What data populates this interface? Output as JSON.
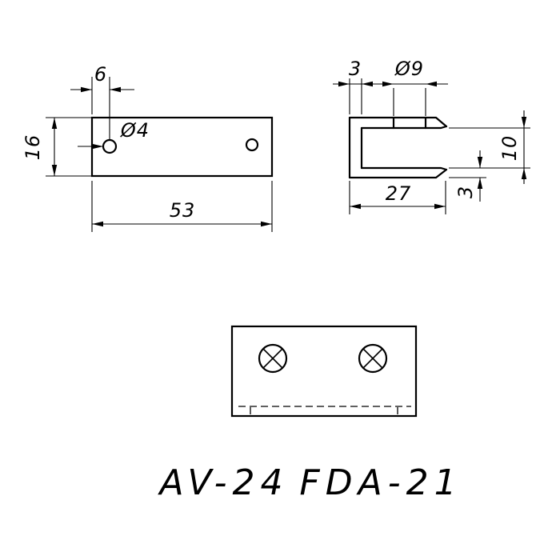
{
  "drawing": {
    "front_view": {
      "dim_hole_offset": "6",
      "dim_hole_dia": "Ø4",
      "dim_height": "16",
      "dim_length": "53"
    },
    "side_view": {
      "dim_wall": "3",
      "dim_hole_dia": "Ø9",
      "dim_opening": "10",
      "dim_lip": "3",
      "dim_depth": "27"
    },
    "title": {
      "model_left": "AV-24",
      "model_right": "FDA-21"
    },
    "colors": {
      "line": "#000000",
      "background": "#ffffff"
    }
  }
}
